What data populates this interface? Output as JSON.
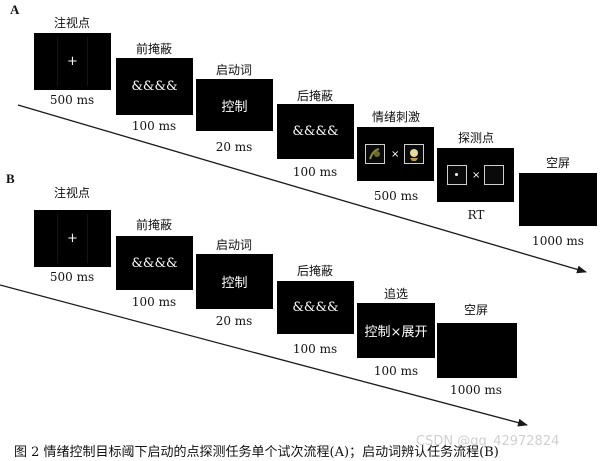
{
  "panels": {
    "a": {
      "letter": "A",
      "steps": [
        {
          "label": "注视点",
          "content": "+",
          "duration": "500 ms"
        },
        {
          "label": "前掩蔽",
          "content": "&&&&",
          "duration": "100 ms"
        },
        {
          "label": "启动词",
          "content": "控制",
          "duration": "20 ms"
        },
        {
          "label": "后掩蔽",
          "content": "&&&&",
          "duration": "100 ms"
        },
        {
          "label": "情绪刺激",
          "content": "×",
          "duration": "500 ms"
        },
        {
          "label": "探测点",
          "content": "×",
          "duration": "RT"
        },
        {
          "label": "空屏",
          "content": "",
          "duration": "1000 ms"
        }
      ]
    },
    "b": {
      "letter": "B",
      "steps": [
        {
          "label": "注视点",
          "content": "+",
          "duration": "500 ms"
        },
        {
          "label": "前掩蔽",
          "content": "&&&&",
          "duration": "100 ms"
        },
        {
          "label": "启动词",
          "content": "控制",
          "duration": "20 ms"
        },
        {
          "label": "后掩蔽",
          "content": "&&&&",
          "duration": "100 ms"
        },
        {
          "label": "追选",
          "content": "控制×展开",
          "duration": "100 ms"
        },
        {
          "label": "空屏",
          "content": "",
          "duration": "1000 ms"
        }
      ]
    }
  },
  "caption": "图 2    情绪控制目标阈下启动的点探测任务单个试次流程(A)；启动词辨认任务流程(B)",
  "watermark": "CSDN @qq_42972824",
  "colors": {
    "screen": "#000000",
    "screen_text": "#ffffff",
    "arrow": "#1a1a1a",
    "text": "#111111"
  }
}
